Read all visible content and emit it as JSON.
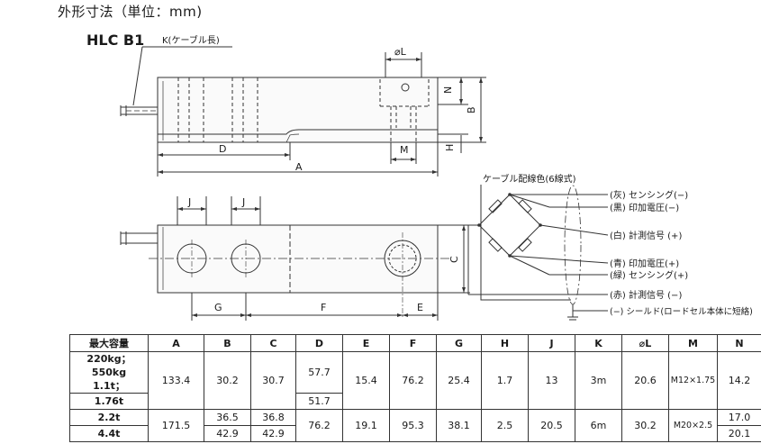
{
  "header": {
    "title": "外形寸法（単位：mm)"
  },
  "drawing": {
    "model": "HLC B1",
    "cable_length_label": "K(ケーブル長)",
    "dims": {
      "A": "A",
      "B": "B",
      "C": "C",
      "D": "D",
      "E": "E",
      "F": "F",
      "G": "G",
      "H": "H",
      "J": "J",
      "M": "M",
      "N": "N",
      "L": "⌀L"
    }
  },
  "wiring": {
    "title": "ケーブル配線色(6線式)",
    "wires": [
      "(灰) センシング(−)",
      "(黒) 印加電圧(−)",
      "(白) 計測信号 (+)",
      "(青) 印加電圧(+)",
      "(緑) センシング(+)",
      "(赤) 計測信号 (−)",
      "(−) シールド(ロードセル本体に短絡)"
    ]
  },
  "table": {
    "headers": [
      "最大容量",
      "A",
      "B",
      "C",
      "D",
      "E",
      "F",
      "G",
      "H",
      "J",
      "K",
      "⌀L",
      "M",
      "N"
    ],
    "g1": {
      "cap1": "220kg；550kg",
      "cap1b": "1.1t；",
      "cap2": "1.76t",
      "A": "133.4",
      "B": "30.2",
      "C": "30.7",
      "D1": "57.7",
      "D2": "51.7",
      "E": "15.4",
      "F": "76.2",
      "G": "25.4",
      "H": "1.7",
      "J": "13",
      "K": "3m",
      "L": "20.6",
      "M": "M12×1.75",
      "N": "14.2"
    },
    "g2": {
      "cap1": "2.2t",
      "cap2": "4.4t",
      "A": "171.5",
      "B1": "36.5",
      "B2": "42.9",
      "C1": "36.8",
      "C2": "42.9",
      "D": "76.2",
      "E": "19.1",
      "F": "95.3",
      "G": "38.1",
      "H": "2.5",
      "J": "20.5",
      "K": "6m",
      "L": "30.2",
      "M": "M20×2.5",
      "N1": "17.0",
      "N2": "20.1"
    }
  }
}
